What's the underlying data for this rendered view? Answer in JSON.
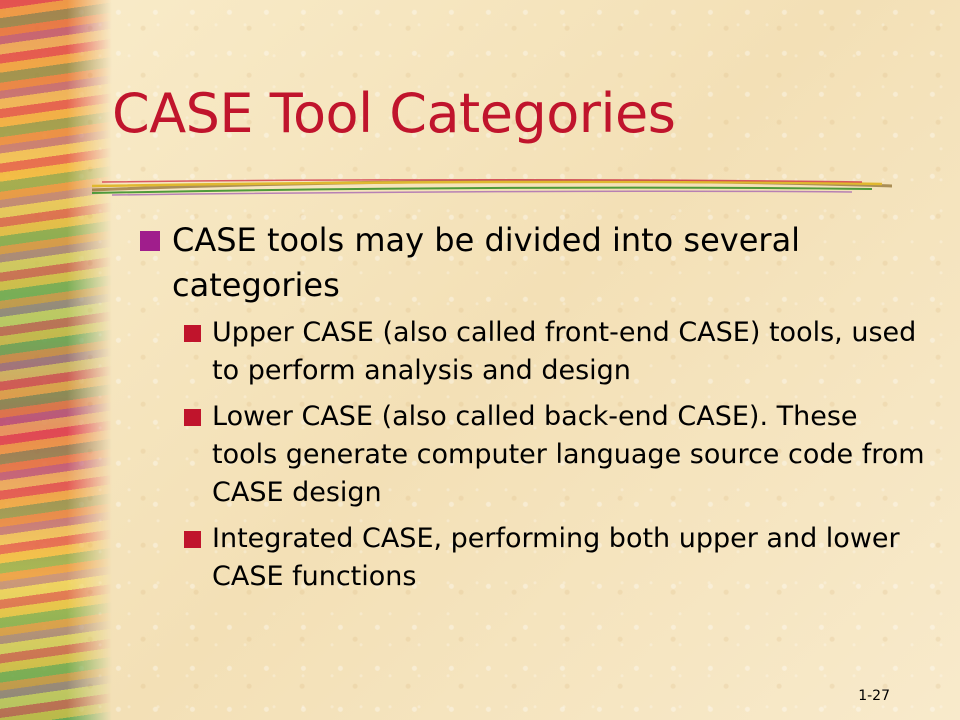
{
  "slide": {
    "title": "CASE Tool Categories",
    "bullets": [
      {
        "text": "CASE tools may be divided into several categories",
        "sub": [
          "Upper CASE (also called front-end CASE) tools, used to perform analysis and design",
          "Lower CASE (also called back-end CASE). These tools generate computer language source code from CASE design",
          "Integrated CASE, performing both upper and lower CASE functions"
        ]
      }
    ],
    "page_number": "1-27"
  },
  "colors": {
    "title": "#c0142c",
    "bullet_level1": "#a01e8c",
    "bullet_level2": "#c0142c",
    "background": "#f6e7c2"
  }
}
